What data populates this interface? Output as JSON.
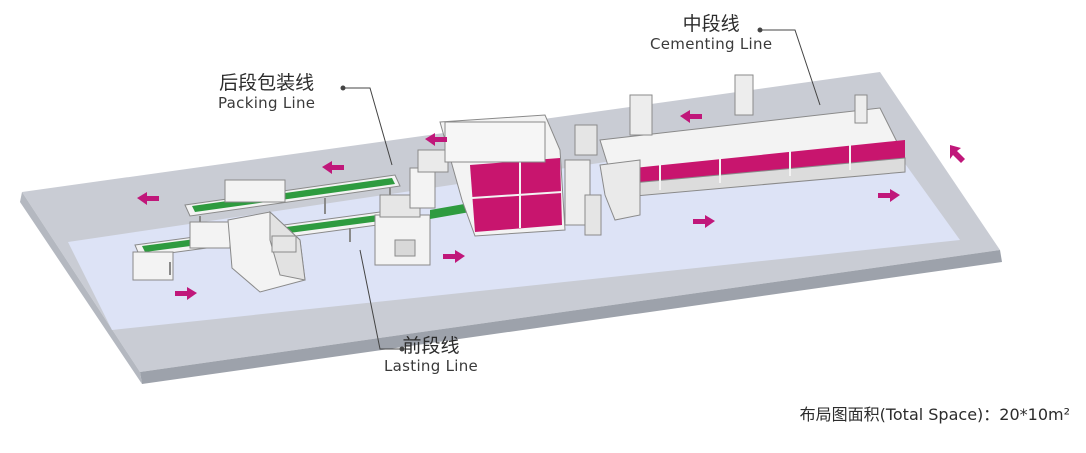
{
  "labels": {
    "cementing": {
      "zh": "中段线",
      "en": "Cementing Line"
    },
    "packing": {
      "zh": "后段包装线",
      "en": "Packing Line"
    },
    "lasting": {
      "zh": "前段线",
      "en": "Lasting Line"
    }
  },
  "footer": {
    "text": "布局图面积(Total Space)：20*10m²"
  },
  "colors": {
    "floor_top": "#c9ccd4",
    "floor_walkway": "#dde3f6",
    "floor_edge": "#9da2ab",
    "machine_body": "#f3f3f3",
    "machine_line": "#8a8a8a",
    "accent_magenta": "#c8156e",
    "conveyor_green": "#2e9b3f",
    "arrow_magenta": "#c0177a"
  }
}
